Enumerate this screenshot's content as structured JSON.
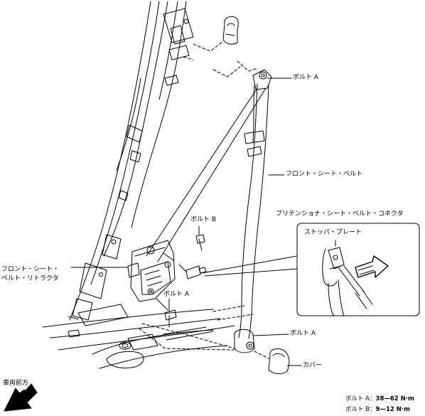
{
  "labels": {
    "bolt_a_top": "ボルト A",
    "front_seat_belt": "フロント・シート・ベルト",
    "pretensioner_connector": "プリテンショナ・シート・ベルト・コネクタ",
    "stopper_plate": "ストッパ・プレート",
    "bolt_b": "ボルト B",
    "retractor_line1": "フロント・シート・",
    "retractor_line2": "ベルト・リトラクタ",
    "bolt_a_mid": "ボルト A",
    "bolt_a_low": "ボルト A",
    "cover": "カバー",
    "vehicle_front": "車両前方"
  },
  "torque": {
    "bolt_a_name": "ボルト A：",
    "bolt_a_value": "38—62 N·m",
    "bolt_b_name": "ボルト B：",
    "bolt_b_value": "9—12 N·m"
  },
  "colors": {
    "line": "#000000",
    "background": "#ffffff"
  }
}
